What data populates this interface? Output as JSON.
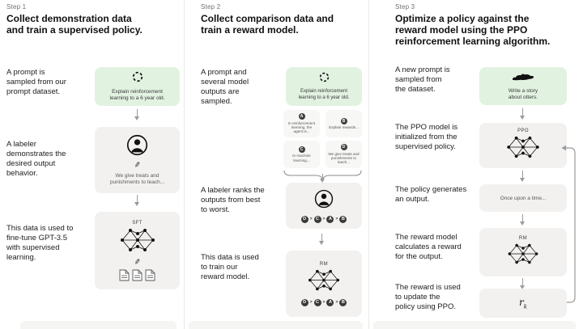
{
  "colors": {
    "green_box": "#e1f2e1",
    "gray_box": "#f2f1ef",
    "option_box": "#f7f7f5"
  },
  "step1": {
    "label": "Step 1",
    "headline": "Collect demonstration data\nand train a supervised policy.",
    "row1_text": "A prompt is\nsampled from our\nprompt dataset.",
    "prompt_caption": "Explain reinforcement\nlearning to a 6 year old.",
    "row2_text": "A labeler\ndemonstrates the\ndesired output\nbehavior.",
    "labeler_caption": "We give treats and\npunishments to teach...",
    "row3_text": "This data is used to\nfine-tune GPT-3.5\nwith supervised\nlearning.",
    "sft_label": "SFT"
  },
  "step2": {
    "label": "Step 2",
    "headline": "Collect comparison data and\ntrain a reward model.",
    "row1_text": "A prompt and\nseveral model\noutputs are\nsampled.",
    "prompt_caption": "Explain reinforcement\nlearning to a 6 year old.",
    "options": [
      {
        "letter": "A",
        "text": "In reinforcement\nlearning, the\nagent is..."
      },
      {
        "letter": "B",
        "text": "Explain rewards..."
      },
      {
        "letter": "C",
        "text": "In machine\nlearning..."
      },
      {
        "letter": "D",
        "text": "We give treats and\npunishments to\nteach..."
      }
    ],
    "row2_text": "A labeler ranks the\noutputs from best\nto worst.",
    "ranking": [
      "D",
      "C",
      "A",
      "B"
    ],
    "ranking_separator": ">",
    "row3_text": "This data is used\nto train our\nreward model.",
    "rm_label": "RM"
  },
  "step3": {
    "label": "Step 3",
    "headline": "Optimize a policy against the\nreward model using the PPO\nreinforcement learning algorithm.",
    "row1_text": "A new prompt is\nsampled from\nthe dataset.",
    "prompt_caption": "Write a story\nabout otters.",
    "row2_text": "The PPO model is\ninitialized from the\nsupervised policy.",
    "ppo_label": "PPO",
    "row3_text": "The policy generates\nan output.",
    "output_caption": "Once upon a time...",
    "row4_text": "The reward model\ncalculates a reward\nfor the output.",
    "rm_label": "RM",
    "row5_text": "The reward is used\nto update the\npolicy using PPO.",
    "reward_symbol": "r",
    "reward_symbol_sub": "k"
  }
}
